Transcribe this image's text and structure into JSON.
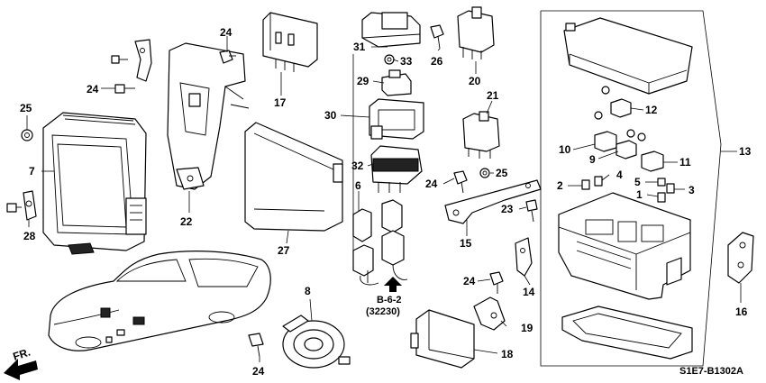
{
  "callouts": {
    "c1": "1",
    "c2": "2",
    "c3": "3",
    "c4": "4",
    "c5": "5",
    "c6": "6",
    "c7": "7",
    "c8": "8",
    "c9": "9",
    "c10": "10",
    "c11": "11",
    "c12": "12",
    "c13": "13",
    "c14": "14",
    "c15": "15",
    "c16": "16",
    "c17": "17",
    "c18": "18",
    "c19": "19",
    "c20": "20",
    "c21": "21",
    "c22": "22",
    "c23": "23",
    "c24": "24",
    "c25": "25",
    "c26": "26",
    "c27": "27",
    "c28": "28",
    "c29": "29",
    "c30": "30",
    "c31": "31",
    "c32": "32",
    "c33": "33"
  },
  "reference": {
    "section": "B-6-2",
    "code": "(32230)"
  },
  "direction_label": "FR.",
  "diagram_id": "S1E7-B1302A"
}
